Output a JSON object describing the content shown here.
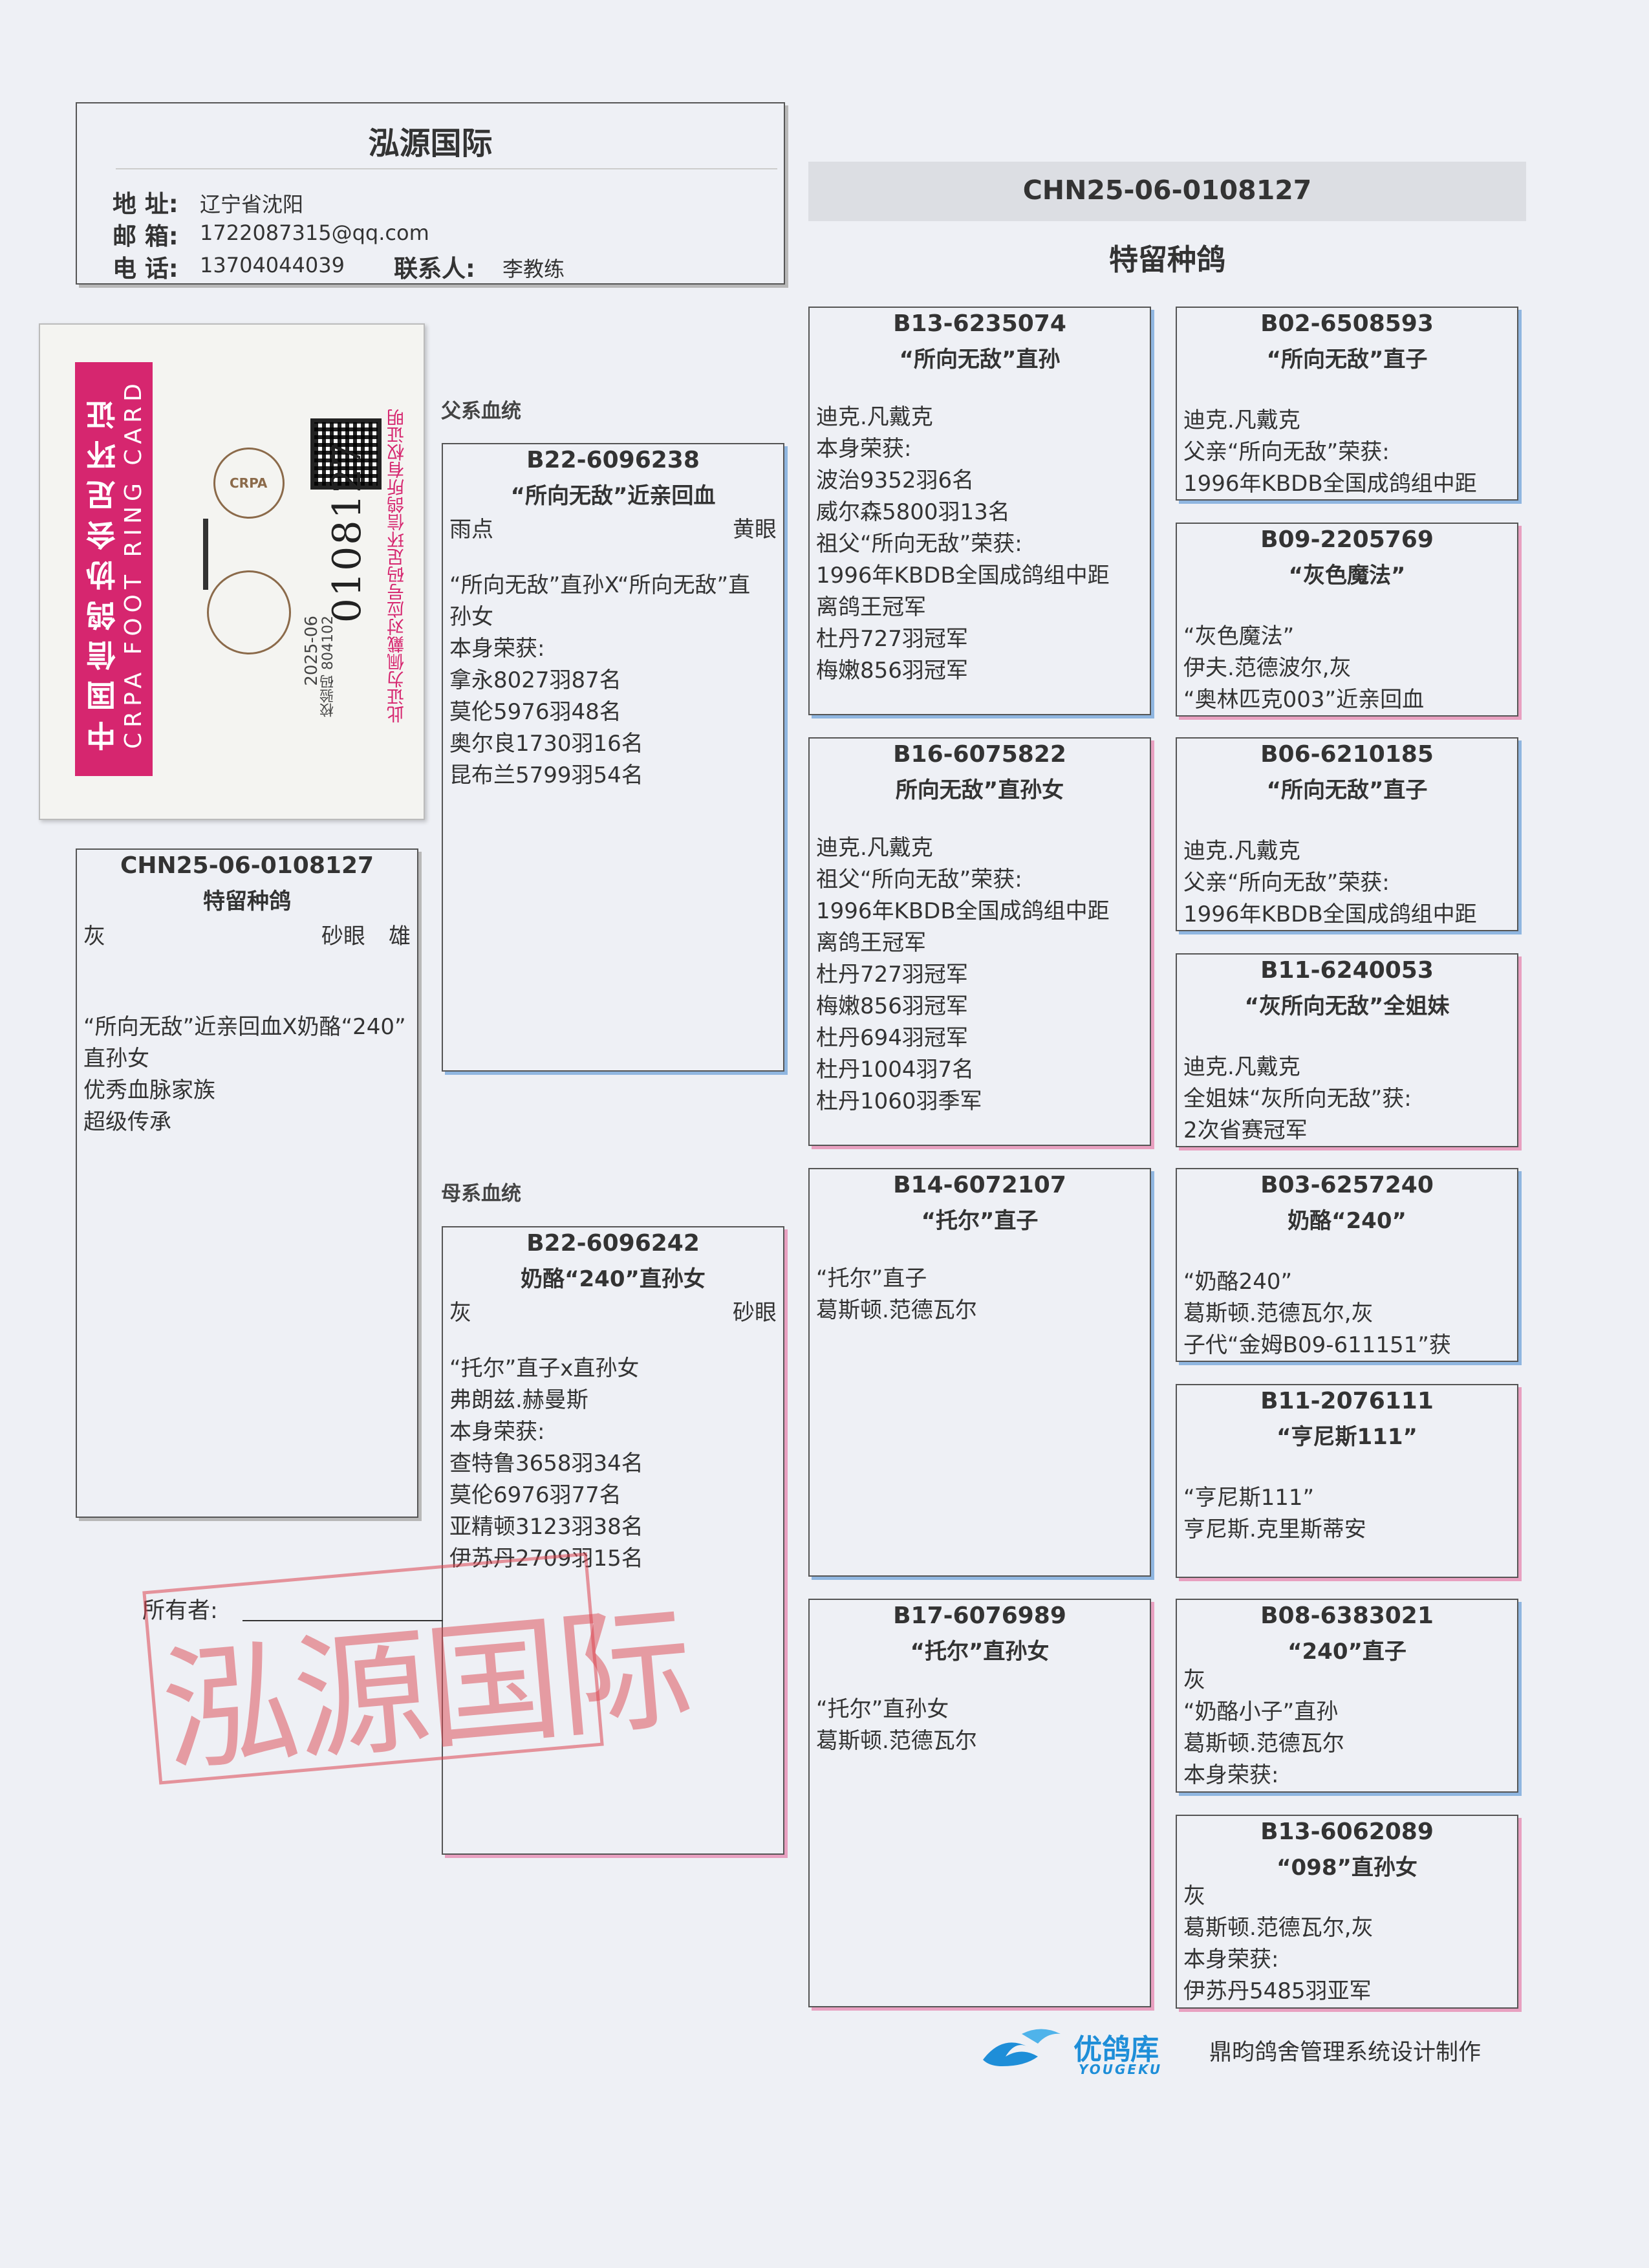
{
  "header": {
    "title": "泓源国际",
    "address_label": "地 址:",
    "address": "辽宁省沈阳",
    "email_label": "邮 箱:",
    "email": "1722087315@qq.com",
    "phone_label": "电 话:",
    "phone": "13704044039",
    "contact_label": "联系人:",
    "contact": "李教练"
  },
  "ring_card": {
    "title_cn": "中国信鸽协会足环证",
    "title_en": "CRPA FOOT RING CARD",
    "ring_number": "0108127",
    "date": "2025-06",
    "verify_code": "校验码 804102",
    "certificate_text": "此证为佩戴对应号码足环信鸽所有权证明",
    "logo_text": "CRPA"
  },
  "subject": {
    "banner_id": "CHN25-06-0108127",
    "banner_title": "特留种鸽",
    "box_id": "CHN25-06-0108127",
    "box_name": "特留种鸽",
    "color": "灰",
    "eye": "砂眼",
    "sex": "雄",
    "lines": [
      "“所向无敌”近亲回血X奶酪“240”",
      "直孙女",
      "优秀血脉家族",
      "超级传承"
    ]
  },
  "sections": {
    "sire_label": "父系血统",
    "dam_label": "母系血统"
  },
  "sire": {
    "id": "B22-6096238",
    "name": "“所向无敌”近亲回血",
    "color": "雨点",
    "eye": "黄眼",
    "lines": [
      "",
      "“所向无敌”直孙X“所向无敌”直",
      "孙女",
      "本身荣获:",
      "拿永8027羽87名",
      "莫伦5976羽48名",
      "奥尔良1730羽16名",
      "昆布兰5799羽54名"
    ]
  },
  "dam": {
    "id": "B22-6096242",
    "name": "奶酪“240”直孙女",
    "color": "灰",
    "eye": "砂眼",
    "lines": [
      "",
      "“托尔”直子x直孙女",
      "弗朗兹.赫曼斯",
      "本身荣获:",
      "查特鲁3658羽34名",
      "莫伦6976羽77名",
      "亚精顿3123羽38名",
      "伊苏丹2709羽15名"
    ]
  },
  "grandparents": [
    {
      "id": "B13-6235074",
      "name": "“所向无敌”直孙",
      "lines": [
        "",
        "迪克.凡戴克",
        "本身荣获:",
        "波治9352羽6名",
        "威尔森5800羽13名",
        "祖父“所向无敌”荣获:",
        "1996年KBDB全国成鸽组中距",
        "离鸽王冠军",
        "杜丹727羽冠军",
        "梅嫩856羽冠军"
      ]
    },
    {
      "id": "B16-6075822",
      "name": "所向无敌”直孙女",
      "lines": [
        "",
        "迪克.凡戴克",
        "祖父“所向无敌”荣获:",
        "1996年KBDB全国成鸽组中距",
        "离鸽王冠军",
        "杜丹727羽冠军",
        "梅嫩856羽冠军",
        "杜丹694羽冠军",
        "杜丹1004羽7名",
        "杜丹1060羽季军"
      ]
    },
    {
      "id": "B14-6072107",
      "name": "“托尔”直子",
      "lines": [
        "",
        "“托尔”直子",
        "葛斯顿.范德瓦尔"
      ]
    },
    {
      "id": "B17-6076989",
      "name": "“托尔”直孙女",
      "lines": [
        "",
        "“托尔”直孙女",
        "葛斯顿.范德瓦尔"
      ]
    }
  ],
  "great_grandparents": [
    {
      "id": "B02-6508593",
      "name": "“所向无敌”直子",
      "lines": [
        "迪克.凡戴克",
        "父亲“所向无敌”荣获:",
        "1996年KBDB全国成鸽组中距"
      ]
    },
    {
      "id": "B09-2205769",
      "name": "“灰色魔法”",
      "lines": [
        "“灰色魔法”",
        "伊夫.范德波尔,灰",
        "“奥林匹克003”近亲回血"
      ]
    },
    {
      "id": "B06-6210185",
      "name": "“所向无敌”直子",
      "lines": [
        "迪克.凡戴克",
        "父亲“所向无敌”荣获:",
        "1996年KBDB全国成鸽组中距"
      ]
    },
    {
      "id": "B11-6240053",
      "name": "“灰所向无敌”全姐妹",
      "lines": [
        "迪克.凡戴克",
        "全姐妹“灰所向无敌”获:",
        "2次省赛冠军"
      ]
    },
    {
      "id": "B03-6257240",
      "name": "奶酪“240”",
      "lines": [
        "“奶酪240”",
        "葛斯顿.范德瓦尔,灰",
        "子代“金姆B09-611151”获"
      ]
    },
    {
      "id": "B11-2076111",
      "name": "“亨尼斯111”",
      "lines": [
        "“亨尼斯111”",
        "亨尼斯.克里斯蒂安"
      ]
    },
    {
      "id": "B08-6383021",
      "name": "“240”直子",
      "lines": [
        "灰",
        "“奶酪小子”直孙",
        "葛斯顿.范德瓦尔",
        "本身荣获:"
      ]
    },
    {
      "id": "B13-6062089",
      "name": "“098”直孙女",
      "lines": [
        "灰",
        "葛斯顿.范德瓦尔,灰",
        "本身荣获:",
        "伊苏丹5485羽亚军"
      ]
    }
  ],
  "owner": {
    "label": "所有者:",
    "stamp_text": "泓源国际"
  },
  "footer": {
    "brand": "优鸽库",
    "brand_en": "YOUGEKU",
    "credit": "鼎昀鸽舍管理系统设计制作"
  },
  "colors": {
    "blue_shadow": "#8fb6e0",
    "pink_shadow": "#e8a0c0",
    "ring_pink": "#d6266f",
    "stamp_red": "#dc4650",
    "brand_blue": "#1e8ed8"
  }
}
